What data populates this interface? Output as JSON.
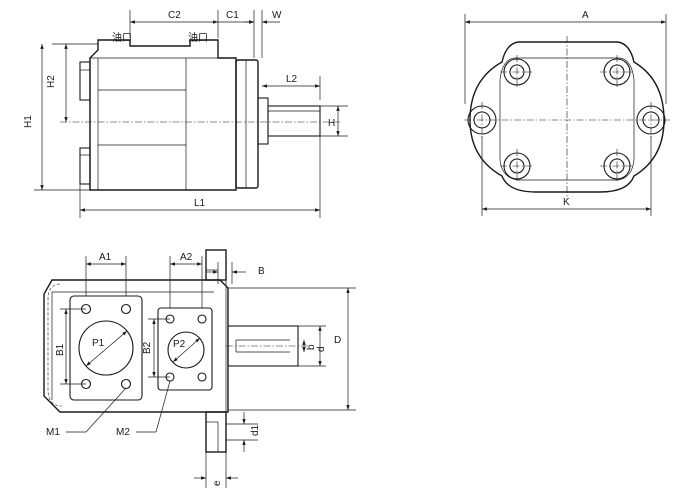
{
  "labels": {
    "c2": "C2",
    "c1": "C1",
    "w": "W",
    "port_a": "油口",
    "port_b": "油口",
    "h2": "H2",
    "h1": "H1",
    "l2": "L2",
    "h": "H",
    "l1": "L1",
    "a": "A",
    "k": "K",
    "a1": "A1",
    "a2": "A2",
    "b": "B",
    "b1": "B1",
    "b2": "B2",
    "p1": "P1",
    "p2": "P2",
    "d_upper": "D",
    "m1": "M1",
    "m2": "M2",
    "d_shaft": "d",
    "b_shaft": "b",
    "d1": "d1",
    "e": "e"
  },
  "colors": {
    "line": "#1a1a1a",
    "background": "#ffffff"
  }
}
